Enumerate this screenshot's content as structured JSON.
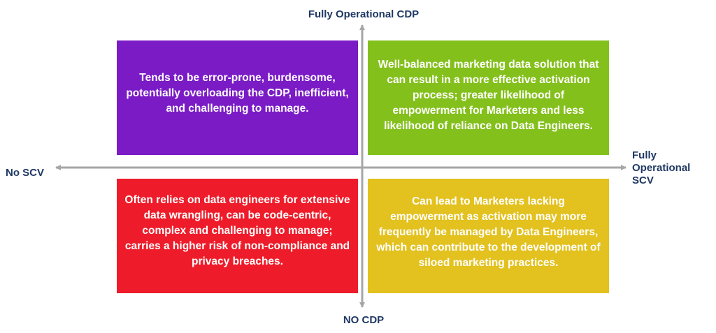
{
  "axes": {
    "top_label": "Fully Operational CDP",
    "bottom_label": "NO CDP",
    "left_label": "No SCV",
    "right_label": "Fully Operational SCV",
    "color": "#a6a6a6",
    "label_color": "#1f3864"
  },
  "quadrants": {
    "top_left": {
      "text": "Tends to be error-prone, burdensome, potentially overloading the CDP, inefficient, and challenging to manage.",
      "color": "#7b1bc6"
    },
    "top_right": {
      "text": "Well-balanced marketing data solution that can result in a more effective activation process; greater likelihood of empowerment for Marketers and less likelihood of reliance on Data Engineers.",
      "color": "#84c01c"
    },
    "bottom_left": {
      "text": "Often relies on data engineers for extensive data wrangling, can be code-centric, complex and challenging to manage; carries a higher risk of non-compliance and privacy breaches.",
      "color": "#ee1c2a"
    },
    "bottom_right": {
      "text": "Can lead to Marketers lacking empowerment as activation may more frequently be managed by Data Engineers, which can contribute to the development of siloed marketing practices.",
      "color": "#e3c11e"
    }
  }
}
